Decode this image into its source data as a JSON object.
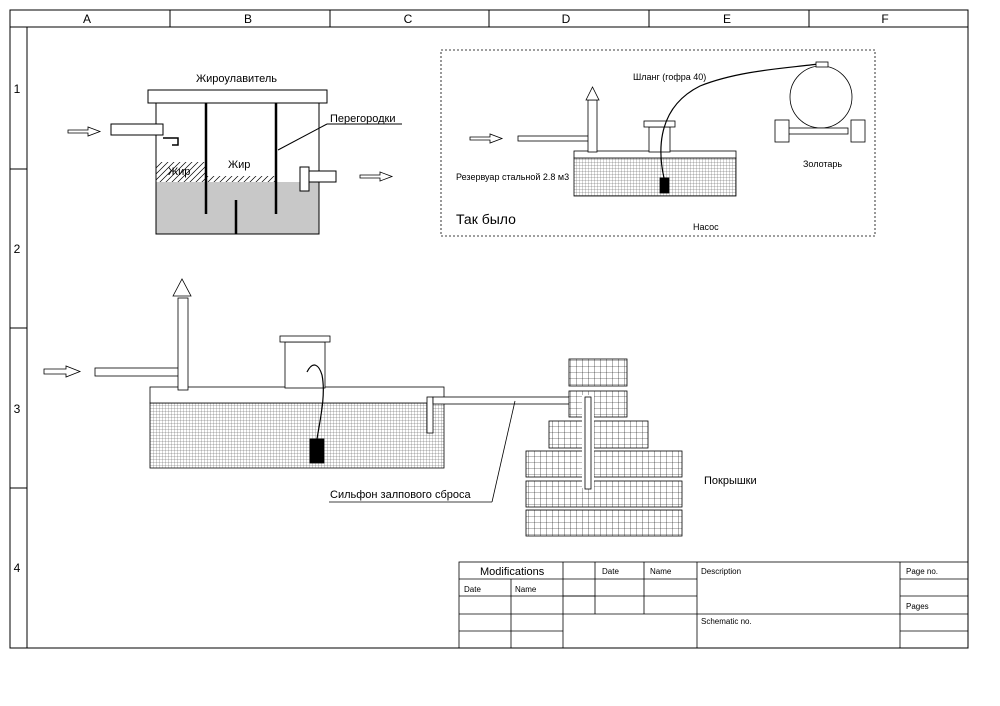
{
  "frame": {
    "columns": [
      "A",
      "B",
      "C",
      "D",
      "E",
      "F"
    ],
    "rows": [
      "1",
      "2",
      "3",
      "4"
    ]
  },
  "grease_trap": {
    "title": "Жироулавитель",
    "partitions_label": "Перегородки",
    "fat_label_left": "Жир",
    "fat_label_right": "Жир"
  },
  "before": {
    "caption": "Так было",
    "hose_label": "Шланг (гофра 40)",
    "tank_label": "Резервуар стальной 2.8 м3",
    "truck_label": "Золотарь",
    "pump_label": "Насос"
  },
  "main": {
    "bellows_label": "Сильфон залпового сброса",
    "tires_label": "Покрышки"
  },
  "title_block": {
    "modifications": "Modifications",
    "date": "Date",
    "name": "Name",
    "date2": "Date",
    "name2": "Name",
    "description": "Description",
    "page_no": "Page no.",
    "pages": "Pages",
    "schematic_no": "Schematic no."
  }
}
